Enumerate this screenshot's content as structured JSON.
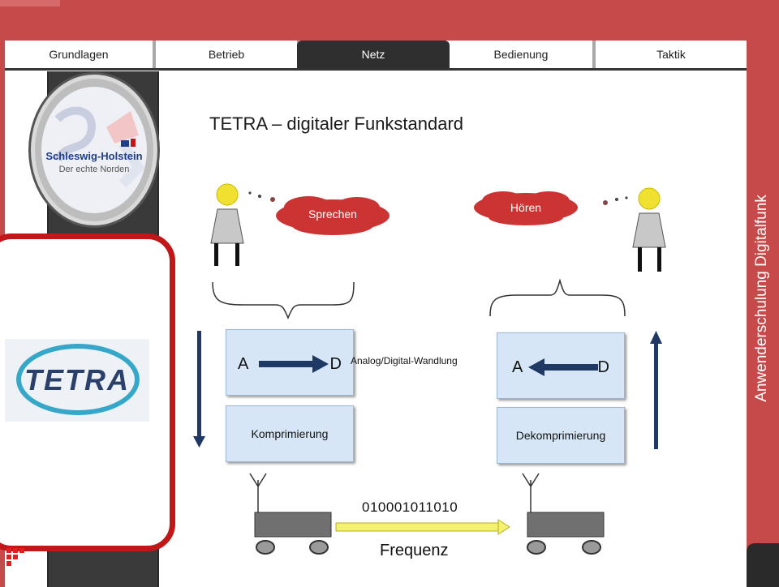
{
  "tabs": [
    "Grundlagen",
    "Betrieb",
    "Netz",
    "Bedienung",
    "Taktik"
  ],
  "active_tab": "Netz",
  "logo": {
    "title": "Schleswig-Holstein",
    "subtitle": "Der echte Norden"
  },
  "tetra_logo": "TETRA",
  "sidebar_title": "Anwenderschulung Digitalfunk",
  "slide": {
    "title": "TETRA – digitaler Funkstandard",
    "speak_label": "Sprechen",
    "hear_label": "Hören",
    "converter_label": "Analog/Digital-Wandlung",
    "left_box": {
      "a": "A",
      "d": "D"
    },
    "right_box": {
      "a": "A",
      "d": "D"
    },
    "compress_label": "Komprimierung",
    "decompress_label": "Dekomprimierung",
    "binary": "010001011010",
    "frequency": "Frequenz"
  },
  "colors": {
    "frame_red": "#c01818",
    "navy": "#1f3864",
    "box_fill": "#d6e6f6",
    "cloud_red": "#cc3333",
    "accent": "#c64a4a"
  }
}
